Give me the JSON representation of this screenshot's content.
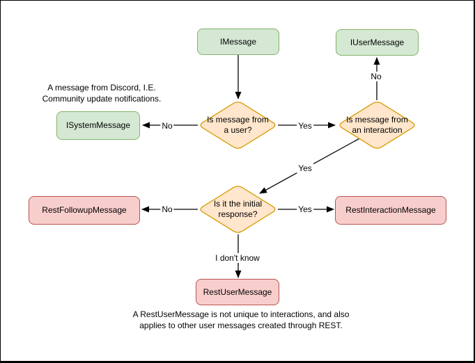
{
  "palette": {
    "green_fill": "#d5e8d4",
    "green_stroke": "#82b366",
    "orange_fill": "#ffe6cc",
    "orange_stroke": "#d79b00",
    "red_fill": "#f8cecc",
    "red_stroke": "#b85450",
    "line_color": "#000000",
    "background": "#ffffff"
  },
  "nodes": {
    "imessage": {
      "label": "IMessage"
    },
    "iusermessage": {
      "label": "IUserMessage"
    },
    "isystemmessage": {
      "label": "ISystemMessage"
    },
    "user_check": {
      "label": "Is message from a user?"
    },
    "interaction_check": {
      "label": "Is message from an interaction"
    },
    "initial_response_check": {
      "label": "Is it the initial response?"
    },
    "restfollowup": {
      "label": "RestFollowupMessage"
    },
    "restinteraction": {
      "label": "RestInteractionMessage"
    },
    "restusermessage": {
      "label": "RestUserMessage"
    }
  },
  "edge_labels": {
    "system_no": "No",
    "interaction_yes": "Yes",
    "iuser_no": "No",
    "initial_yes_diagonal": "Yes",
    "followup_no": "No",
    "restinteraction_yes": "Yes",
    "dont_know": "I don't know"
  },
  "annotations": {
    "system_note": "A message from Discord, I.E. Community update notifications.",
    "rest_note": "A RestUserMessage is not unique to interactions, and also applies to other user messages created through REST."
  }
}
